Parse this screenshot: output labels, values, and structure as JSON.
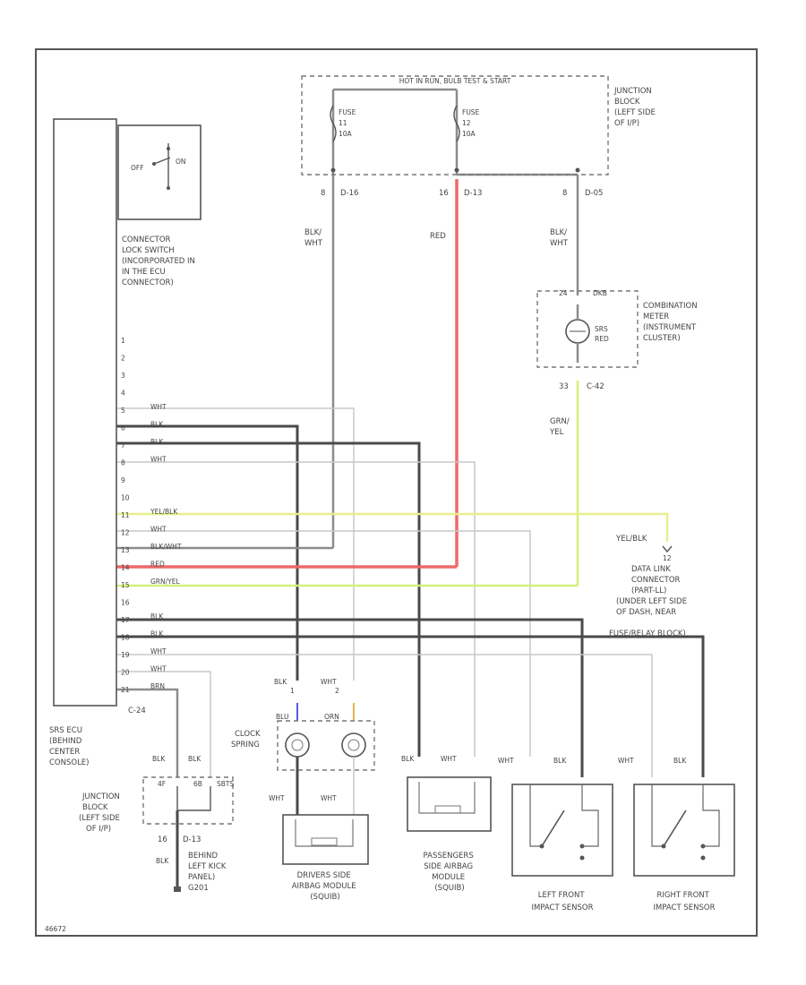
{
  "diagram_id": "46672",
  "top_bus": {
    "label": "HOT IN RUN, BULB TEST & START"
  },
  "junction_block_top": {
    "label_lines": [
      "JUNCTION",
      "BLOCK",
      "(LEFT SIDE",
      "OF I/P)"
    ]
  },
  "fuses": [
    {
      "lines": [
        "FUSE",
        "11",
        "10A"
      ]
    },
    {
      "lines": [
        "FUSE",
        "12",
        "10A"
      ]
    }
  ],
  "top_connectors": [
    {
      "pin": "8",
      "conn": "D-16"
    },
    {
      "pin": "16",
      "conn": "D-13"
    },
    {
      "pin": "8",
      "conn": "D-05"
    }
  ],
  "top_wire_colors": [
    {
      "lines": [
        "BLK/",
        "WHT"
      ]
    },
    {
      "lines": [
        "RED"
      ]
    },
    {
      "lines": [
        "BLK/",
        "WHT"
      ]
    }
  ],
  "meter": {
    "pin_top": "24",
    "pin_top_color": "DKB",
    "lamp_label_lines": [
      "SRS",
      "RED"
    ],
    "label_lines": [
      "COMBINATION",
      "METER",
      "(INSTRUMENT",
      "CLUSTER)"
    ],
    "pin_bottom": "33",
    "conn_bottom": "C-42",
    "wire_lines": [
      "GRN/",
      "YEL"
    ]
  },
  "lock_switch": {
    "off": "OFF",
    "on": "ON",
    "label_lines": [
      "CONNECTOR",
      "LOCK SWITCH",
      "(INCORPORATED IN",
      "IN THE ECU",
      "CONNECTOR)"
    ]
  },
  "ecu": {
    "pins": [
      {
        "pin": "1",
        "color": ""
      },
      {
        "pin": "2",
        "color": ""
      },
      {
        "pin": "3",
        "color": ""
      },
      {
        "pin": "4",
        "color": ""
      },
      {
        "pin": "5",
        "color": "WHT"
      },
      {
        "pin": "6",
        "color": "BLK"
      },
      {
        "pin": "7",
        "color": "BLK"
      },
      {
        "pin": "8",
        "color": "WHT"
      },
      {
        "pin": "9",
        "color": ""
      },
      {
        "pin": "10",
        "color": ""
      },
      {
        "pin": "11",
        "color": "YEL/BLK"
      },
      {
        "pin": "12",
        "color": "WHT"
      },
      {
        "pin": "13",
        "color": "BLK/WHT"
      },
      {
        "pin": "14",
        "color": "RED"
      },
      {
        "pin": "15",
        "color": "GRN/YEL"
      },
      {
        "pin": "16",
        "color": ""
      },
      {
        "pin": "17",
        "color": "BLK"
      },
      {
        "pin": "18",
        "color": "BLK"
      },
      {
        "pin": "19",
        "color": "WHT"
      },
      {
        "pin": "20",
        "color": "WHT"
      },
      {
        "pin": "21",
        "color": "BRN"
      }
    ],
    "conn": "C-24",
    "label_lines": [
      "SRS ECU",
      "(BEHIND",
      "CENTER",
      "CONSOLE)"
    ]
  },
  "data_link": {
    "wire": "YEL/BLK",
    "pin": "12",
    "label_lines": [
      "DATA LINK",
      "CONNECTOR",
      "(PART-LL)",
      "(UNDER LEFT SIDE",
      "OF DASH, NEAR",
      "FUSE/RELAY BLOCK)"
    ]
  },
  "clock_spring": {
    "wire_left": "BLK",
    "pin_left": "1",
    "pin_left_color": "BLU",
    "wire_right": "WHT",
    "pin_right": "2",
    "pin_right_color": "ORN",
    "label_lines": [
      "CLOCK",
      "SPRING"
    ]
  },
  "driver_module": {
    "wire_left": "WHT",
    "wire_right": "WHT",
    "label_lines": [
      "DRIVERS SIDE",
      "AIRBAG MODULE",
      "(SQUIB)"
    ]
  },
  "passenger_module": {
    "wire_left": "BLK",
    "wire_right": "WHT",
    "label_lines": [
      "PASSENGERS",
      "SIDE AIRBAG",
      "MODULE",
      "(SQUIB)"
    ]
  },
  "left_sensor": {
    "wire_left": "WHT",
    "wire_right": "BLK",
    "label_lines": [
      "LEFT FRONT",
      "IMPACT SENSOR"
    ]
  },
  "right_sensor": {
    "wire_left": "WHT",
    "wire_right": "BLK",
    "label_lines": [
      "RIGHT FRONT",
      "IMPACT SENSOR"
    ]
  },
  "junction_block_bottom": {
    "wire_left": "BLK",
    "wire_right": "BLK",
    "pin_left": "4F",
    "pin_right": "6B",
    "label_sbts": "SBTS",
    "label_lines": [
      "JUNCTION",
      "BLOCK",
      "(LEFT SIDE",
      "OF I/P)"
    ],
    "pin_bottom": "16",
    "conn_bottom": "D-13",
    "wire_bottom": "BLK"
  },
  "ground": {
    "label_lines": [
      "BEHIND",
      "LEFT KICK",
      "PANEL)",
      "G201"
    ]
  }
}
